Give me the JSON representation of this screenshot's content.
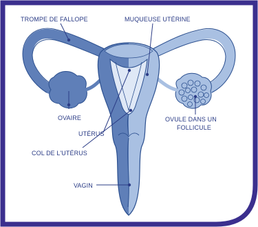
{
  "labels": {
    "fallopian_tube": "TROMPE DE FALLOPE",
    "uterine_mucosa": "MUQUEUSE UTÉRINE",
    "ovary": "OVAIRE",
    "ovum_line1": "OVULE DANS UN",
    "ovum_line2": "FOLLICULE",
    "uterus": "UTÉRUS",
    "cervix": "COL DE L'UTÉRUS",
    "vagina": "VAGIN"
  },
  "colors": {
    "frame": "#3b2f8e",
    "dark_tissue": "#5f7fb8",
    "light_tissue": "#a9c0e2",
    "cavity": "#dfe8f6",
    "outline": "#2b4f8f",
    "label_text": "#2b3c86"
  }
}
